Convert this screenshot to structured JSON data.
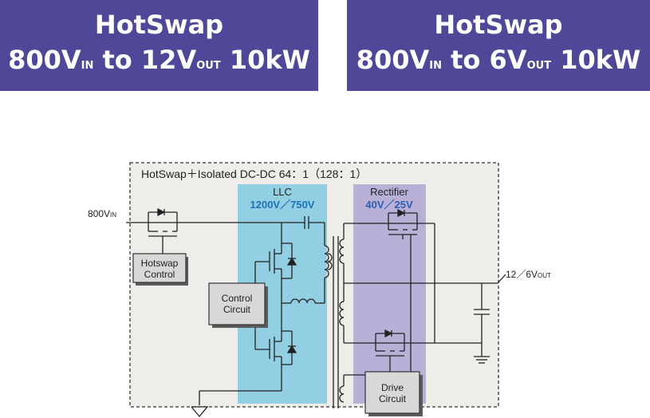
{
  "banners": [
    {
      "title": "HotSwap",
      "v_in": "800V",
      "in_sub": "IN",
      "mid": " to ",
      "v_out": "12V",
      "out_sub": "OUT",
      "power": " 10kW"
    },
    {
      "title": "HotSwap",
      "v_in": "800V",
      "in_sub": "IN",
      "mid": " to ",
      "v_out": "6V",
      "out_sub": "OUT",
      "power": " 10kW"
    }
  ],
  "diagram": {
    "box_title": "HotSwap＋Isolated DC-DC 64：1（128：1）",
    "input_label": "800V",
    "input_sub": "IN",
    "output_label": "12／6V",
    "output_sub": "OUT",
    "llc": {
      "title": "LLC",
      "rating": "1200V／750V"
    },
    "rectifier": {
      "title": "Rectifier",
      "rating": "40V／25V"
    },
    "hotswap_control": [
      "Hotswap",
      "Control"
    ],
    "control_circuit": [
      "Control",
      "Circuit"
    ],
    "drive_circuit": [
      "Drive",
      "Circuit"
    ]
  },
  "colors": {
    "banner": "#4f4797",
    "llc_band": "#93cfe2",
    "rectifier_band": "#b9b0d8",
    "rating_llc": "#1a73b8",
    "rating_rect": "#2a5fb0",
    "box_bg": "#efedea"
  }
}
